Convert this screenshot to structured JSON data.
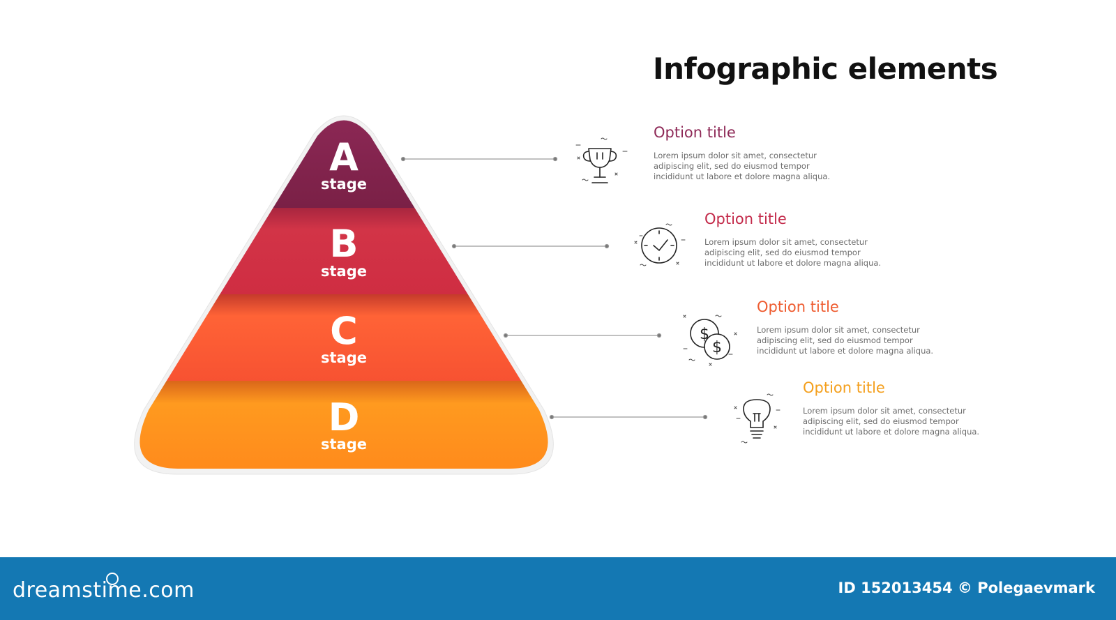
{
  "title": "Infographic elements",
  "stages": [
    {
      "letter": "A",
      "label": "stage",
      "color_top": "#7a2247",
      "color_bottom": "#99284f"
    },
    {
      "letter": "B",
      "label": "stage",
      "color_top": "#c42a45",
      "color_bottom": "#dd3448"
    },
    {
      "letter": "C",
      "label": "stage",
      "color_top": "#e64632",
      "color_bottom": "#ff6a35"
    },
    {
      "letter": "D",
      "label": "stage",
      "color_top": "#f07e1a",
      "color_bottom": "#ffa21f"
    }
  ],
  "options": [
    {
      "title": "Option title",
      "body": "Lorem ipsum dolor sit amet, consectetur\nadipiscing elit, sed do eiusmod tempor\nincididunt ut labore et dolore magna aliqua.",
      "icon": "trophy-icon"
    },
    {
      "title": "Option title",
      "body": "Lorem ipsum dolor sit amet, consectetur\nadipiscing elit, sed do eiusmod tempor\nincididunt ut labore et dolore magna aliqua.",
      "icon": "clock-icon"
    },
    {
      "title": "Option title",
      "body": "Lorem ipsum dolor sit amet, consectetur\nadipiscing elit, sed do eiusmod tempor\nincididunt ut labore et dolore magna aliqua.",
      "icon": "coins-icon"
    },
    {
      "title": "Option title",
      "body": "Lorem ipsum dolor sit amet, consectetur\nadipiscing elit, sed do eiusmod tempor\nincididunt ut labore et dolore magna aliqua.",
      "icon": "lightbulb-icon"
    }
  ],
  "footer": {
    "logo_text": "dreamstime.com",
    "id_text": "ID 152013454 © Polegaevmark",
    "background": "#1478b3"
  },
  "watermark": "dreamstime"
}
